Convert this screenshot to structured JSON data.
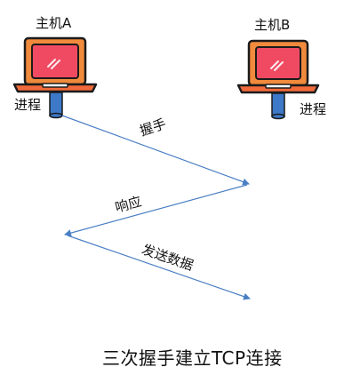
{
  "host_a": {
    "title": "主机A",
    "process_label": "进程"
  },
  "host_b": {
    "title": "主机B",
    "process_label": "进程"
  },
  "messages": [
    {
      "label": "握手"
    },
    {
      "label": "响应"
    },
    {
      "label": "发送数据"
    }
  ],
  "caption": "三次握手建立TCP连接",
  "colors": {
    "laptop_body": "#f08a3c",
    "laptop_outline": "#1b1b1b",
    "screen": "#f04a63",
    "base": "#f26a3b",
    "process_cylinder": "#3d79c8",
    "arrow_line": "#4a7fc4"
  }
}
